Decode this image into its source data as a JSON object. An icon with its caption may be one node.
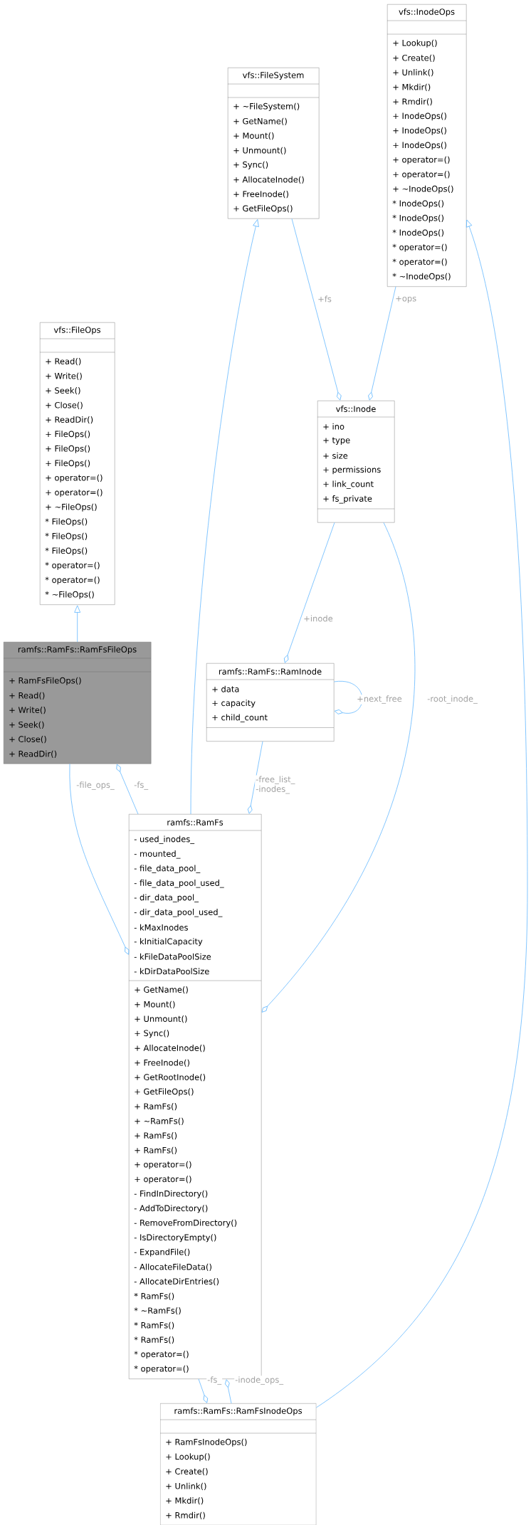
{
  "diagram": {
    "nodes": [
      {
        "text": [
          "vfs::InodeOps",
          "+ Lookup()",
          "+ Create()",
          "+ Unlink()",
          "+ Mkdir()",
          "+ Rmdir()",
          "+ InodeOps()",
          "+ InodeOps()",
          "+ InodeOps()",
          "+ operator=()",
          "+ operator=()",
          "+ ~InodeOps()",
          "* InodeOps()",
          "* InodeOps()",
          "* InodeOps()",
          "* operator=()",
          "* operator=()",
          "* ~InodeOps()"
        ]
      },
      {
        "text": [
          "vfs::FileSystem",
          "+ ~FileSystem()",
          "+ GetName()",
          "+ Mount()",
          "+ Unmount()",
          "+ Sync()",
          "+ AllocateInode()",
          "+ FreeInode()",
          "+ GetFileOps()"
        ]
      },
      {
        "text": [
          "vfs::FileOps",
          "+ Read()",
          "+ Write()",
          "+ Seek()",
          "+ Close()",
          "+ ReadDir()",
          "+ FileOps()",
          "+ FileOps()",
          "+ FileOps()",
          "+ operator=()",
          "+ operator=()",
          "+ ~FileOps()",
          "* FileOps()",
          "* FileOps()",
          "* FileOps()",
          "* operator=()",
          "* operator=()",
          "* ~FileOps()"
        ]
      },
      {
        "text": [
          "vfs::Inode",
          "+ ino",
          "+ type",
          "+ size",
          "+ permissions",
          "+ link_count",
          "+ fs_private"
        ]
      },
      {
        "text": [
          "ramfs::RamFs::RamFsFileOps",
          "+ RamFsFileOps()",
          "+ Read()",
          "+ Write()",
          "+ Seek()",
          "+ Close()",
          "+ ReadDir()"
        ]
      },
      {
        "text": [
          "ramfs::RamFs::RamInode",
          "+ data",
          "+ capacity",
          "+ child_count"
        ]
      },
      {
        "text": [
          "ramfs::RamFs",
          "- used_inodes_",
          "- mounted_",
          "- file_data_pool_",
          "- file_data_pool_used_",
          "- dir_data_pool_",
          "- dir_data_pool_used_",
          "- kMaxInodes",
          "- kInitialCapacity",
          "- kFileDataPoolSize",
          "- kDirDataPoolSize",
          "+ GetName()",
          "+ Mount()",
          "+ Unmount()",
          "+ Sync()",
          "+ AllocateInode()",
          "+ FreeInode()",
          "+ GetRootInode()",
          "+ GetFileOps()",
          "+ RamFs()",
          "+ ~RamFs()",
          "+ RamFs()",
          "+ RamFs()",
          "+ operator=()",
          "+ operator=()",
          "- FindInDirectory()",
          "- AddToDirectory()",
          "- RemoveFromDirectory()",
          "- IsDirectoryEmpty()",
          "- ExpandFile()",
          "- AllocateFileData()",
          "- AllocateDirEntries()",
          "* RamFs()",
          "* ~RamFs()",
          "* RamFs()",
          "* RamFs()",
          "* operator=()",
          "* operator=()"
        ]
      },
      {
        "text": [
          "ramfs::RamFs::RamFsInodeOps",
          "+ RamFsInodeOps()",
          "+ Lookup()",
          "+ Create()",
          "+ Unlink()",
          "+ Mkdir()",
          "+ Rmdir()"
        ]
      }
    ],
    "edges": [
      {
        "from": 4,
        "to": 2,
        "arrow": "to"
      },
      {
        "from": 6,
        "to": 1,
        "arrow": "to"
      },
      {
        "from": 7,
        "to": 0,
        "arrow": "to"
      },
      {
        "from": 1,
        "to": 3,
        "arrow": "other",
        "label": "+fs"
      },
      {
        "from": 0,
        "to": 3,
        "arrow": "other",
        "label": "+ops"
      },
      {
        "from": 3,
        "to": 5,
        "arrow": "other",
        "label": "+inode"
      },
      {
        "from": 5,
        "to": 5,
        "arrow": "other",
        "label": "+next_free"
      },
      {
        "from": 5,
        "to": 6,
        "arrow": "other",
        "label": "-free_list_ -inodes_"
      },
      {
        "from": 3,
        "to": 6,
        "arrow": "other",
        "label": "-root_inode_"
      },
      {
        "from": 4,
        "to": 6,
        "arrow": "other",
        "label": "-file_ops_"
      },
      {
        "from": 6,
        "to": 4,
        "arrow": "other",
        "label": "-fs_"
      },
      {
        "from": 7,
        "to": 6,
        "arrow": "other",
        "label": "-inode_ops_"
      },
      {
        "from": 6,
        "to": 7,
        "arrow": "other",
        "label": "-fs_"
      }
    ]
  }
}
